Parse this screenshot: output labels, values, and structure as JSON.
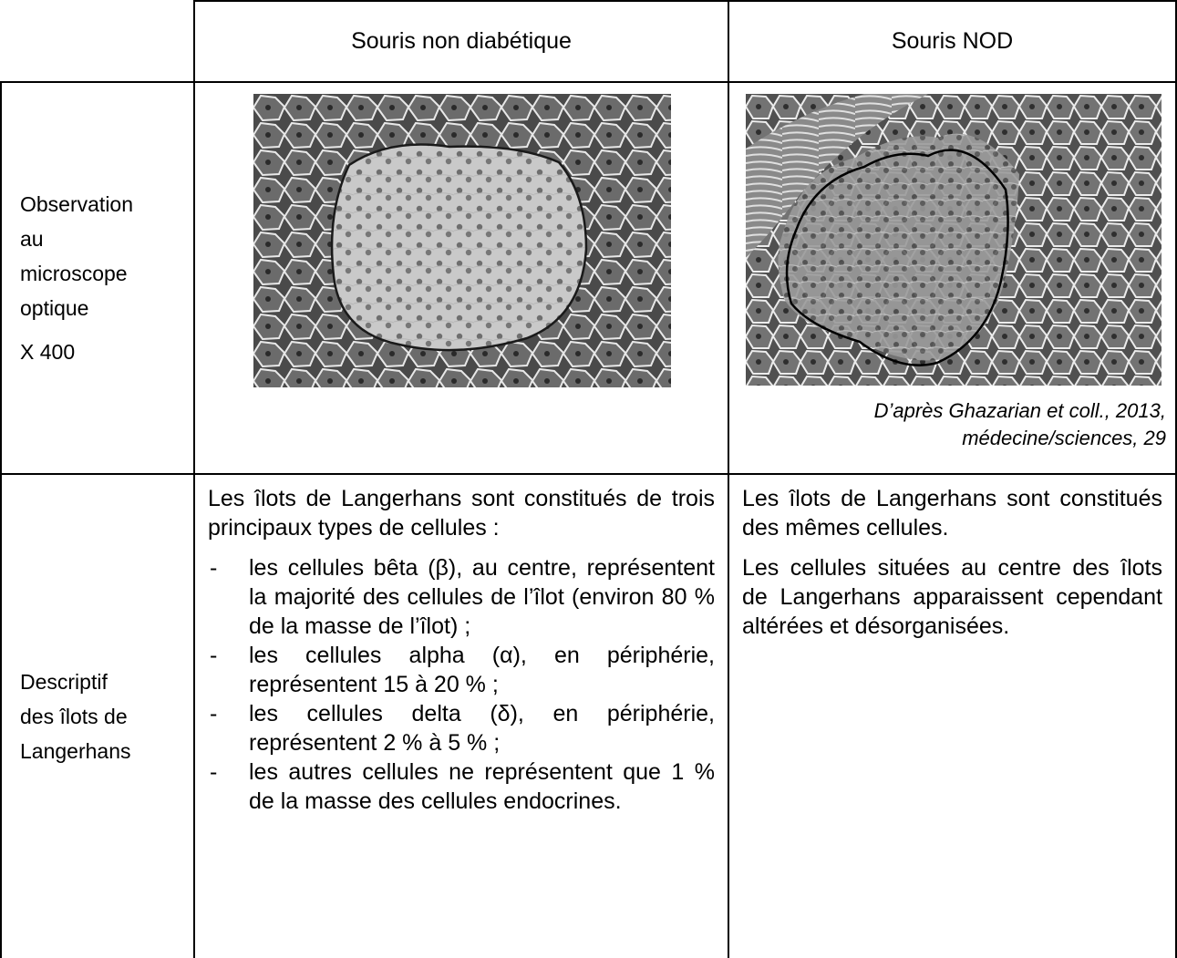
{
  "header": {
    "col1": "Souris non diabétique",
    "col2": "Souris NOD"
  },
  "row_observation": {
    "label_lines": [
      "Observation",
      "au",
      "microscope",
      "optique",
      "X 400"
    ],
    "image_left_desc": "micrographie-ilot-souris-non-diabetique",
    "image_right_desc": "micrographie-ilot-souris-nod",
    "citation_line1": "D’après Ghazarian et coll., 2013,",
    "citation_line2": "médecine/sciences, 29"
  },
  "row_descriptif": {
    "label_lines": [
      "Descriptif",
      "des îlots de",
      "Langerhans"
    ],
    "left_intro": "Les îlots de Langerhans sont constitués de trois principaux types de cellules :",
    "left_bullets": [
      "les cellules bêta (β), au centre, représentent la majorité des cellules de l’îlot (environ 80 % de la masse de l’îlot) ;",
      "les cellules alpha (α), en périphérie, représentent 15 à 20 % ;",
      "les cellules delta (δ), en périphérie, représentent 2 % à 5 % ;",
      "les autres cellules ne représentent que 1 % de la masse des cellules endocrines."
    ],
    "bullet_marker": "-",
    "right_p1": "Les îlots de Langerhans sont constitués des mêmes cellules.",
    "right_p2": "Les cellules situées au centre des îlots de Langerhans apparaissent cependant altérées et désorganisées."
  }
}
